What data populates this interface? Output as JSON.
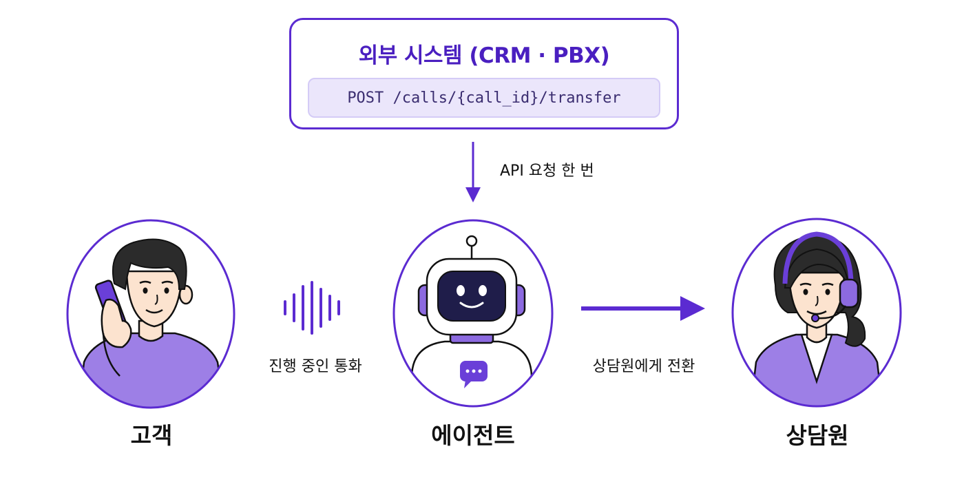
{
  "system": {
    "title": "외부 시스템 (CRM · PBX)",
    "endpoint": "POST /calls/{call_id}/transfer"
  },
  "api_request_label": "API 요청 한 번",
  "customer": {
    "label": "고객"
  },
  "agent": {
    "label": "에이전트"
  },
  "consultant": {
    "label": "상담원"
  },
  "call_label": "진행 중인 통화",
  "transfer_label": "상담원에게 전환",
  "colors": {
    "accent": "#5b2bd1",
    "accent_dark": "#4a1fc0",
    "lavender": "#9d7fe6",
    "code_bg": "#ebe6fb"
  },
  "icons": [
    "phone-icon",
    "sound-wave-icon",
    "robot-icon",
    "chat-bubble-icon",
    "headset-icon",
    "arrow-down-icon",
    "arrow-right-icon"
  ]
}
